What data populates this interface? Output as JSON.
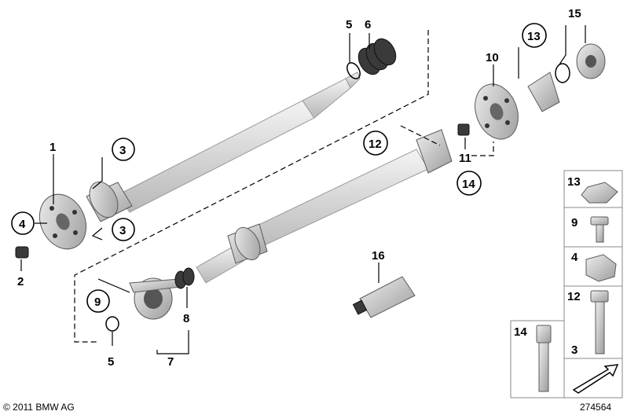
{
  "callouts": {
    "c1": "1",
    "c2": "2",
    "c3a": "3",
    "c3b": "3",
    "c4": "4",
    "c5a": "5",
    "c5b": "5",
    "c6": "6",
    "c7": "7",
    "c8": "8",
    "c9": "9",
    "c10": "10",
    "c11": "11",
    "c12": "12",
    "c13": "13",
    "c14": "14",
    "c15": "15",
    "c16": "16"
  },
  "legend": {
    "items": [
      "13",
      "9",
      "4",
      "12",
      "3",
      "14"
    ]
  },
  "footer": {
    "copyright": "© 2011 BMW AG",
    "diagram_number": "274564"
  }
}
